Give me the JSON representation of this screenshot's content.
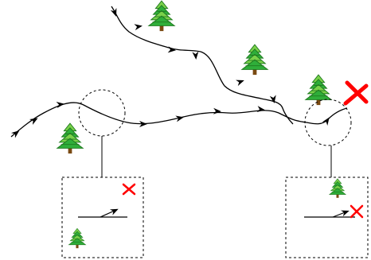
{
  "diagram": {
    "colors": {
      "background": "#ffffff",
      "stroke": "#000000",
      "tree_dark": "#1f7a1f",
      "tree_mid": "#2fae3a",
      "tree_light": "#7ad14a",
      "trunk": "#7a4a12",
      "marker": "#ff0000"
    },
    "icons": {
      "tree": "pine-tree-icon",
      "marker": "red-x-icon",
      "arrow": "arrowhead-icon"
    },
    "zoom_insets": [
      {
        "id": "left",
        "contains": [
          "pine-tree",
          "red-x",
          "trajectory-segment"
        ]
      },
      {
        "id": "right",
        "contains": [
          "pine-tree",
          "red-x",
          "trajectory-segment"
        ]
      }
    ]
  }
}
